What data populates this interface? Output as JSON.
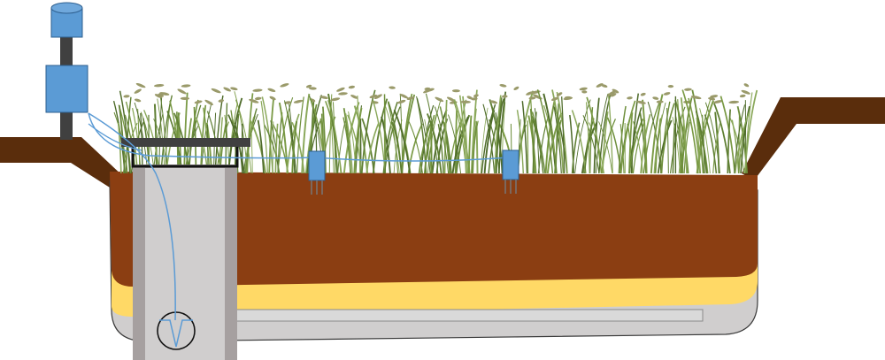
{
  "diagram": {
    "kind": "bioretention cell cross-section (no text labels shown)",
    "components": [
      {
        "name": "ground-surface",
        "color": "#5a2d0c"
      },
      {
        "name": "soil-media-layer",
        "color": "#8b3e12"
      },
      {
        "name": "sand-layer",
        "color": "#ffd966"
      },
      {
        "name": "gravel-storage-layer",
        "color": "#d0cece"
      },
      {
        "name": "underdrain-pipe",
        "color": "#d9d9d9"
      },
      {
        "name": "monitoring-well",
        "color": "#d0cece"
      },
      {
        "name": "well-cap",
        "color": "#404040"
      },
      {
        "name": "data-logger",
        "color": "#5b9bd5"
      },
      {
        "name": "rain-gauge",
        "color": "#5b9bd5"
      },
      {
        "name": "soil-moisture-sensor",
        "color": "#5b9bd5"
      },
      {
        "name": "sensor-cable",
        "color": "#5b9bd5"
      },
      {
        "name": "vegetation",
        "color": "#6e8f3c"
      }
    ],
    "sensor_count": 2,
    "grass_clump_count": 22
  }
}
